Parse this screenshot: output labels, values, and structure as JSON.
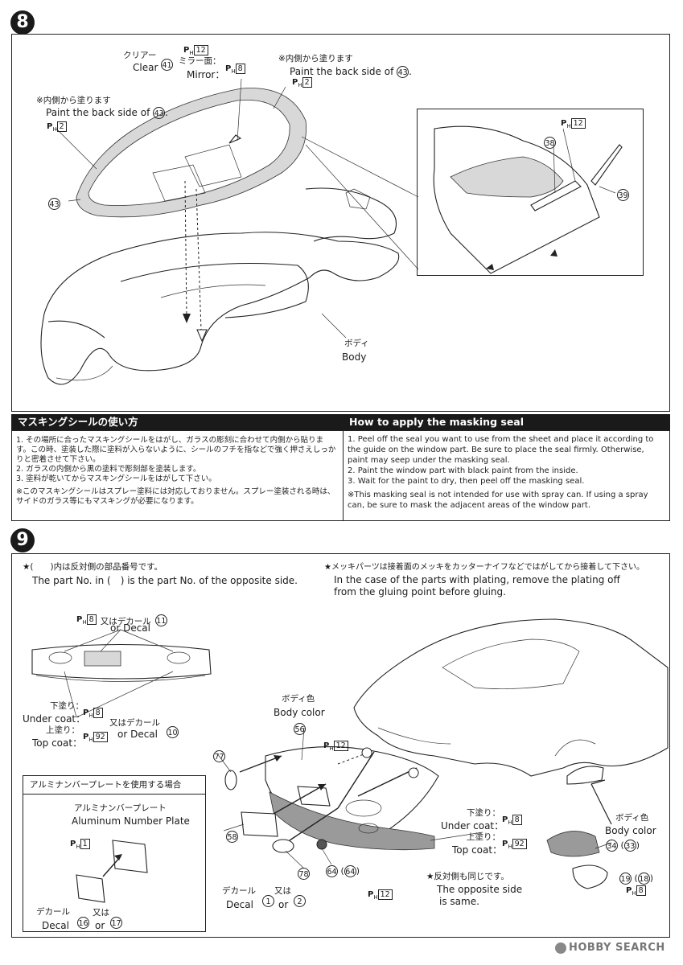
{
  "step8": {
    "number": "8",
    "clear_jp": "クリアー",
    "clear_en": "Clear",
    "part_41": "41",
    "ph12_label": "12",
    "mirror_jp": "ミラー面：",
    "mirror_en": "Mirror：",
    "ph8_label": "8",
    "inside_note_jp": "※内側から塗ります",
    "inside_note_en": "Paint the back side of",
    "part_43": "43",
    "ph2_label": "2",
    "body_jp": "ボディ",
    "body_en": "Body",
    "inset_ph12": "12",
    "inset_part_38": "38",
    "inset_part_39": "39"
  },
  "masking": {
    "title_jp": "マスキングシールの使い方",
    "title_en": "How to apply the masking seal",
    "jp_items": [
      "1. その場所に合ったマスキングシールをはがし、ガラスの彫刻に合わせて内側から貼ります。この時、塗装した際に塗料が入らないように、シールのフチを指などで強く押さえしっかりと密着させて下さい。",
      "2. ガラスの内側から黒の塗料で彫刻部を塗装します。",
      "3. 塗料が乾いてからマスキングシールをはがして下さい。"
    ],
    "jp_note": "※このマスキングシールはスプレー塗料には対応しておりません。スプレー塗装される時は、サイドのガラス等にもマスキングが必要になります。",
    "en_items": [
      "1. Peel off the seal you want to use from the sheet and place it according to the guide on the window part. Be sure to place the seal firmly. Otherwise, paint may seep under the masking seal.",
      "2. Paint the window part with black paint from the inside.",
      "3. Wait for the paint to dry, then peel off the masking seal."
    ],
    "en_note": "※This masking seal is not intended for use with spray can. If using a spray can, be sure to mask the adjacent areas of the window part."
  },
  "step9": {
    "number": "9",
    "opposite_jp": "★(　　)内は反対側の部品番号です。",
    "opposite_en": "The part No. in (　) is the part No. of the opposite side.",
    "plating_jp": "★メッキパーツは接着面のメッキをカッターナイフなどではがしてから接着して下さい。",
    "plating_en_1": "In the case of the parts with plating, remove the plating off",
    "plating_en_2": "from the gluing point before gluing.",
    "decal_or_jp": "又はデカール",
    "decal_or_en": "or Decal",
    "ph8": "8",
    "part_11": "11",
    "undercoat_jp": "下塗り：",
    "undercoat_en": "Under coat：",
    "topcoat_jp": "上塗り：",
    "topcoat_en": "Top coat：",
    "ph92": "92",
    "part_10": "10",
    "body_color_jp": "ボディ色",
    "body_color_en": "Body color",
    "part_56": "56",
    "part_77": "77",
    "ph12": "12",
    "aluminum_box_title": "アルミナンバープレートを使用する場合",
    "aluminum_jp": "アルミナンバープレート",
    "aluminum_en": "Aluminum Number Plate",
    "ph1": "1",
    "decal_jp": "デカール",
    "decal_en": "Decal",
    "part_16": "16",
    "part_17": "17",
    "or_jp": "又は",
    "or_en": "or",
    "part_58": "58",
    "part_78": "78",
    "part_64": "64",
    "part_64b": "64",
    "part_1": "1",
    "part_2": "2",
    "part_34": "34",
    "part_33": "33",
    "part_19": "19",
    "part_18": "18",
    "opp_same_jp": "★反対側も同じです。",
    "opp_same_en_1": "The opposite side",
    "opp_same_en_2": "is same.",
    "ph_label": "P",
    "ph_sub": "H"
  },
  "watermark": "HOBBY SEARCH"
}
